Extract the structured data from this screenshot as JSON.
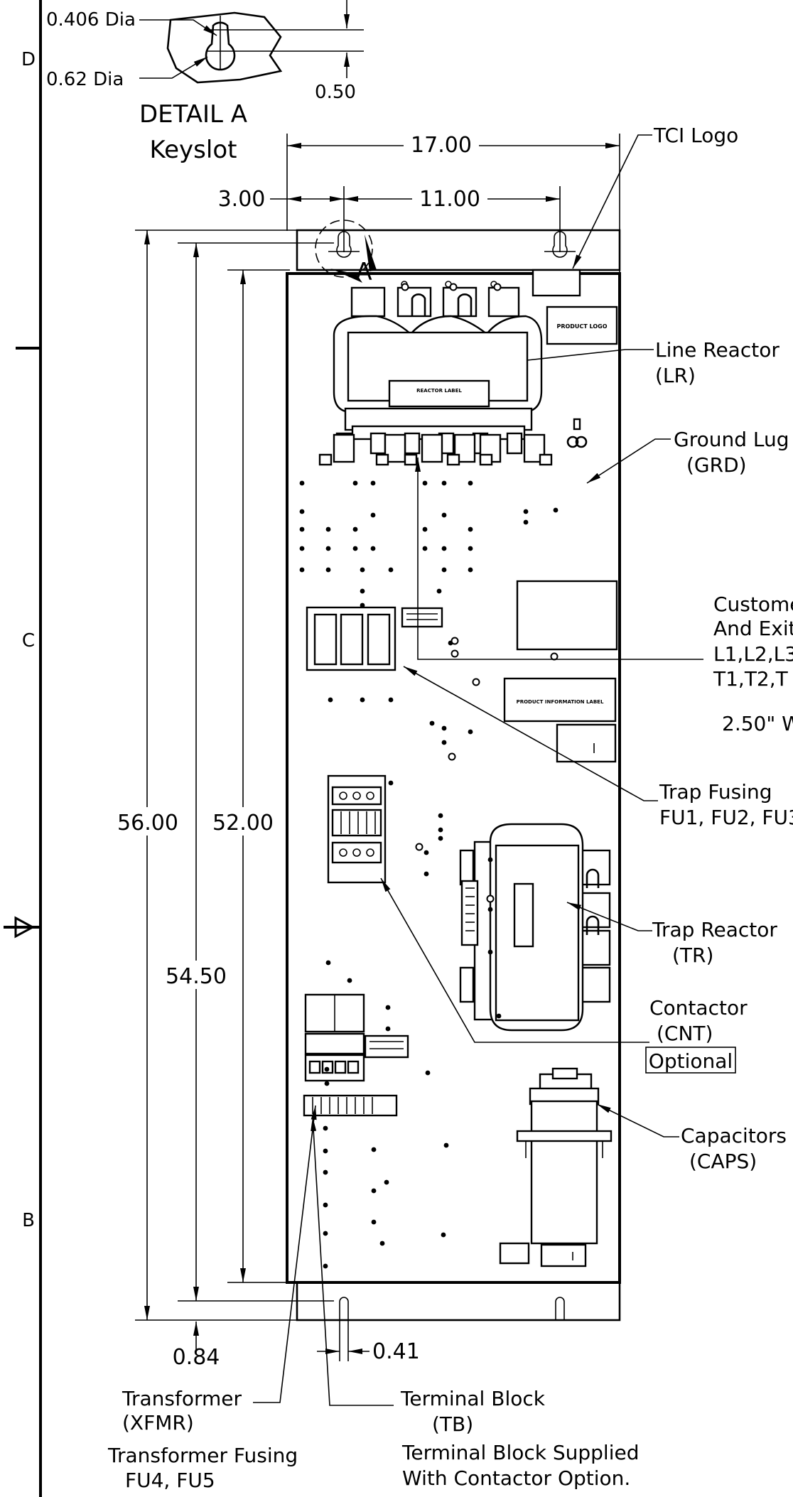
{
  "detail": {
    "dia_small": "0.406 Dia",
    "dia_large": "0.62 Dia",
    "slot_dim": "0.50",
    "title": "DETAIL  A",
    "subtitle": "Keyslot",
    "marker": "A"
  },
  "zones": [
    "D",
    "C",
    "B"
  ],
  "dimensions": {
    "width_total": "17.00",
    "offset_left": "3.00",
    "hole_spacing": "11.00",
    "height_total": "56.00",
    "height_panel": "52.00",
    "height_holes": "54.50",
    "bottom_offset": "0.84",
    "slot_width": "0.41"
  },
  "labels": {
    "tci_logo": "TCI Logo",
    "line_reactor": [
      "Line Reactor",
      "(LR)"
    ],
    "ground_lug": [
      "Ground Lug",
      "(GRD)"
    ],
    "customer": [
      "Custome",
      "And Exit",
      "L1,L2,L3",
      "T1,T2,T"
    ],
    "wire_size": "2.50\" W",
    "trap_fusing": [
      "Trap Fusing",
      "FU1, FU2, FU3"
    ],
    "trap_reactor": [
      "Trap Reactor",
      "(TR)"
    ],
    "contactor": [
      "Contactor",
      "(CNT)"
    ],
    "optional": "Optional",
    "capacitors": [
      "Capacitors",
      "(CAPS)"
    ],
    "transformer": [
      "Transformer",
      "(XFMR)"
    ],
    "transformer_fusing": [
      "Transformer Fusing",
      "FU4, FU5"
    ],
    "terminal_block": [
      "Terminal Block",
      "(TB)"
    ],
    "terminal_note": [
      "Terminal Block Supplied",
      "With Contactor Option."
    ]
  },
  "component_labels": {
    "product_logo": "PRODUCT LOGO",
    "reactor_label": "REACTOR LABEL",
    "product_info_label": "PRODUCT INFORMATION LABEL"
  }
}
